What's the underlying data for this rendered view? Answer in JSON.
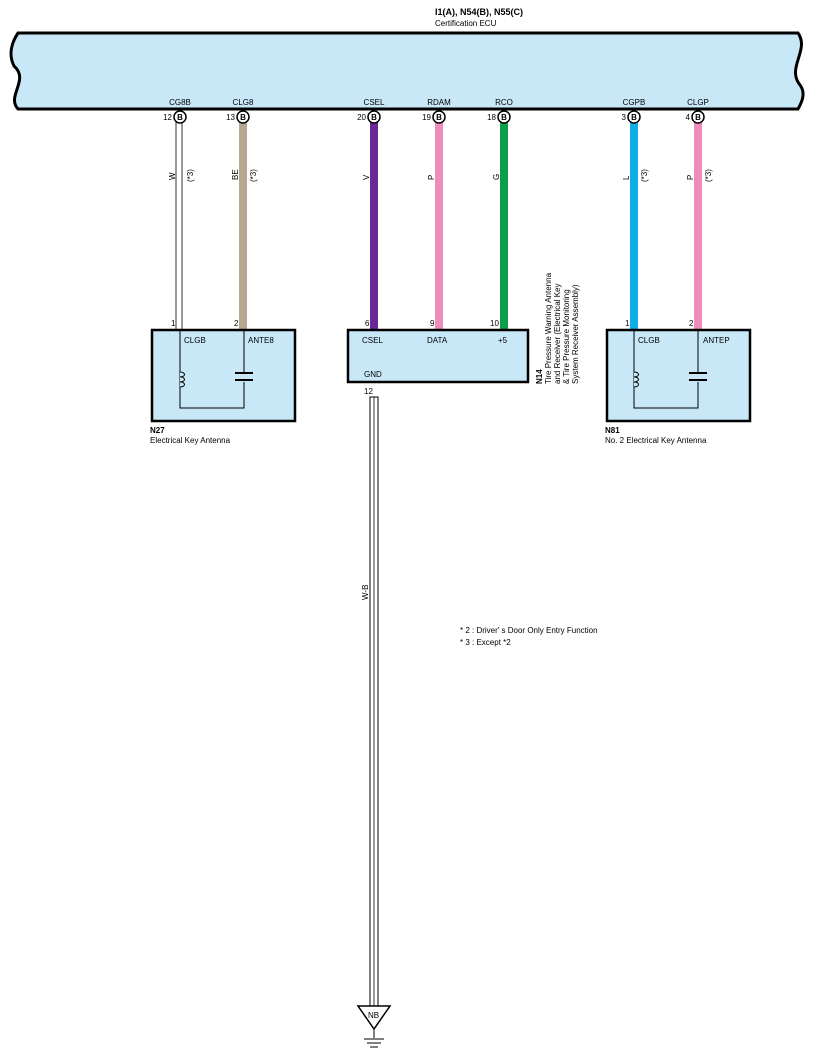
{
  "ecu": {
    "connectors": "I1(A), N54(B), N55(C)",
    "name": "Certification ECU",
    "color": "#c8e8f8"
  },
  "ecu_pins": [
    {
      "pin": "12",
      "conn": "B",
      "label": "CG8B"
    },
    {
      "pin": "13",
      "conn": "B",
      "label": "CLG8"
    },
    {
      "pin": "20",
      "conn": "B",
      "label": "CSEL"
    },
    {
      "pin": "19",
      "conn": "B",
      "label": "RDAM"
    },
    {
      "pin": "18",
      "conn": "B",
      "label": "RCO"
    },
    {
      "pin": "3",
      "conn": "B",
      "label": "CGPB"
    },
    {
      "pin": "4",
      "conn": "B",
      "label": "CLGP"
    }
  ],
  "wires": [
    {
      "color_code": "W",
      "note": "(*3)",
      "color": "#ffffff"
    },
    {
      "color_code": "BE",
      "note": "(*3)",
      "color": "#b8a890"
    },
    {
      "color_code": "V",
      "note": "",
      "color": "#6a2a96"
    },
    {
      "color_code": "P",
      "note": "",
      "color": "#f08cbc"
    },
    {
      "color_code": "G",
      "note": "",
      "color": "#0aa04a"
    },
    {
      "color_code": "L",
      "note": "(*3)",
      "color": "#10aee8"
    },
    {
      "color_code": "P",
      "note": "(*3)",
      "color": "#f08cbc"
    }
  ],
  "n27": {
    "id": "N27",
    "name": "Electrical Key Antenna",
    "pins": [
      "1",
      "2"
    ],
    "terminals": [
      "CLGB",
      "ANTE8"
    ]
  },
  "n14": {
    "id": "N14",
    "name_lines": [
      "Tire Pressure Warning Antenna",
      "and Receiver (Electrical Key",
      "& Tire Pressure Monitoring",
      "System Receiver Assembly)"
    ],
    "pins": [
      "6",
      "9",
      "10"
    ],
    "terminals": [
      "CSEL",
      "DATA",
      "+5"
    ],
    "gnd_label": "GND",
    "gnd_pin": "12"
  },
  "n81": {
    "id": "N81",
    "name": "No.  2 Electrical Key Antenna",
    "pins": [
      "1",
      "2"
    ],
    "terminals": [
      "CLGB",
      "ANTEP"
    ]
  },
  "ground_wire": {
    "color_code": "W-B"
  },
  "ground": {
    "label": "NB"
  },
  "notes": [
    "* 2 : Driver' s Door Only Entry Function",
    "* 3 : Except *2"
  ]
}
